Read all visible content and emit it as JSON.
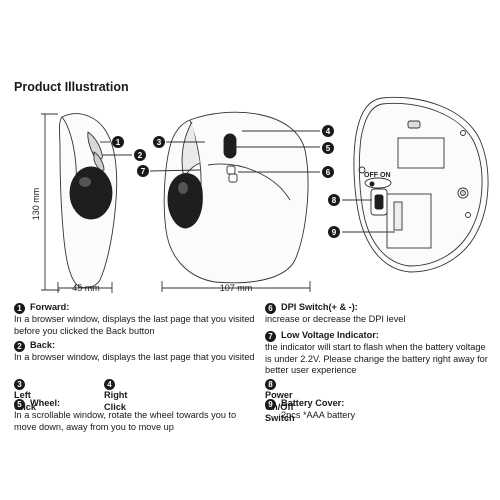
{
  "title": "Product Illustration",
  "dimensions": {
    "height": "130 mm",
    "width_side": "45 mm",
    "width_back": "107 mm"
  },
  "switch_label": {
    "off": "OFF",
    "on": "ON"
  },
  "callouts": [
    "1",
    "2",
    "3",
    "4",
    "5",
    "6",
    "7",
    "8",
    "9"
  ],
  "items": [
    {
      "num": "1",
      "title": "Forward:",
      "desc": "In a browser window, displays the last page that you visited before you clicked the Back button"
    },
    {
      "num": "2",
      "title": "Back:",
      "desc": "In a browser window, displays the last page that you visited"
    },
    {
      "num": "3",
      "title": "Left Click",
      "desc": ""
    },
    {
      "num": "4",
      "title": "Right Click",
      "desc": ""
    },
    {
      "num": "5",
      "title": "Wheel:",
      "desc": "In a scrollable window, rotate the wheel towards you to move down, away from you to move up"
    },
    {
      "num": "6",
      "title": "DPI Switch(+ & -):",
      "desc": "increase or decrease the DPI level"
    },
    {
      "num": "7",
      "title": "Low Voltage Indicator:",
      "desc": "the indicator will start to flash when the battery voltage is under 2.2V. Please change the battery right away for better user experience"
    },
    {
      "num": "8",
      "title": "Power On/Off Switch",
      "desc": ""
    },
    {
      "num": "9",
      "title": "Battery Cover:",
      "desc": "2pcs *AAA battery"
    }
  ]
}
